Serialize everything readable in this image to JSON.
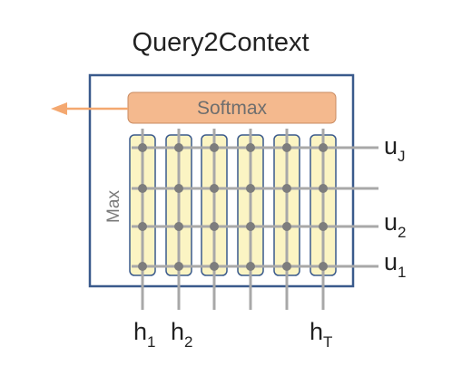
{
  "diagram": {
    "title": "Query2Context",
    "softmax_label": "Softmax",
    "max_label": "Max",
    "row_labels": [
      {
        "base": "u",
        "sub": "J"
      },
      {
        "base": "u",
        "sub": "2"
      },
      {
        "base": "u",
        "sub": "1"
      }
    ],
    "column_labels": [
      {
        "base": "h",
        "sub": "1"
      },
      {
        "base": "h",
        "sub": "2"
      },
      {
        "base": "h",
        "sub": "T"
      }
    ],
    "colors": {
      "frame": "#3a5a8c",
      "softmax_fill": "#f4b98e",
      "softmax_stroke": "#c98a60",
      "softmax_text": "#6e6e6e",
      "arrow": "#f4a870",
      "column_fill": "#fbf4c3",
      "column_stroke": "#3a5a8c",
      "grid_line": "#a8a8a8",
      "node": "#7d7d7d",
      "text": "#222222",
      "max_text": "#7a7a7a"
    }
  }
}
